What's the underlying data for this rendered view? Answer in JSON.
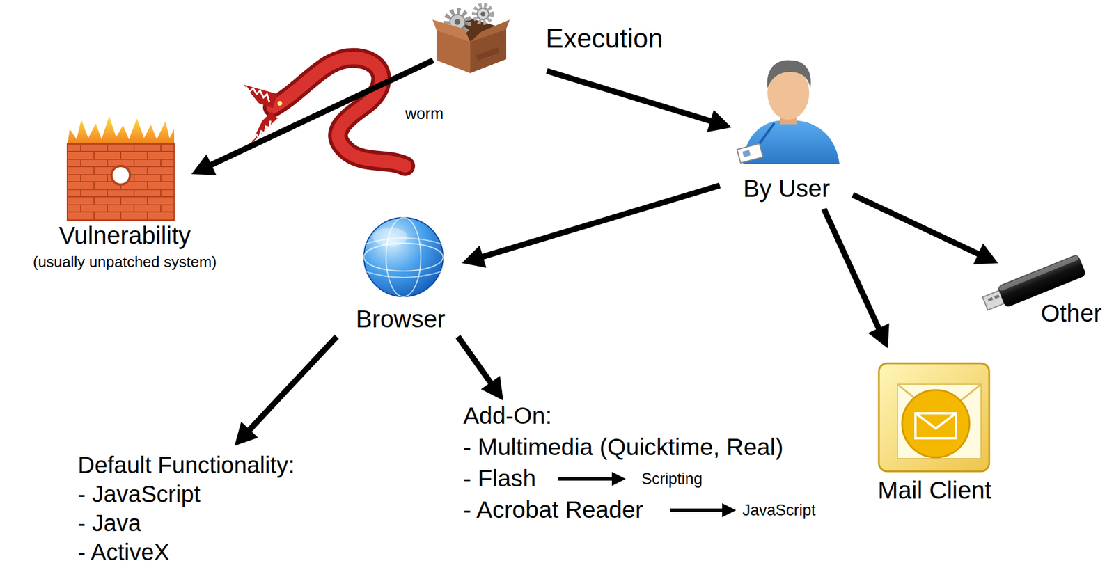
{
  "diagram": {
    "nodes": [
      {
        "text": [
          "Execution"
        ]
      },
      {
        "text": [
          "Vulnerability",
          "(usually unpatched system)"
        ]
      },
      {
        "text": [
          "By User"
        ]
      },
      {
        "text": [
          "Browser"
        ]
      },
      {
        "text": [
          "Other"
        ]
      },
      {
        "text": [
          "Mail Client"
        ]
      },
      {
        "text": [
          "Default Functionality:",
          "- JavaScript",
          "- Java",
          "- ActiveX"
        ]
      },
      {
        "text": [
          "Add-On:",
          "- Multimedia (Quicktime, Real)",
          "- Flash",
          "- Acrobat Reader"
        ]
      }
    ],
    "edges": [
      {
        "from": 0,
        "to": 1,
        "arrow": "to",
        "label": "worm"
      },
      {
        "from": 0,
        "to": 2,
        "arrow": "to"
      },
      {
        "from": 2,
        "to": 3,
        "arrow": "to"
      },
      {
        "from": 2,
        "to": 4,
        "arrow": "to"
      },
      {
        "from": 2,
        "to": 5,
        "arrow": "to"
      },
      {
        "from": 3,
        "to": 6,
        "arrow": "to"
      },
      {
        "from": 3,
        "to": 7,
        "arrow": "to"
      }
    ],
    "labels": [
      "Scripting",
      "JavaScript"
    ]
  }
}
